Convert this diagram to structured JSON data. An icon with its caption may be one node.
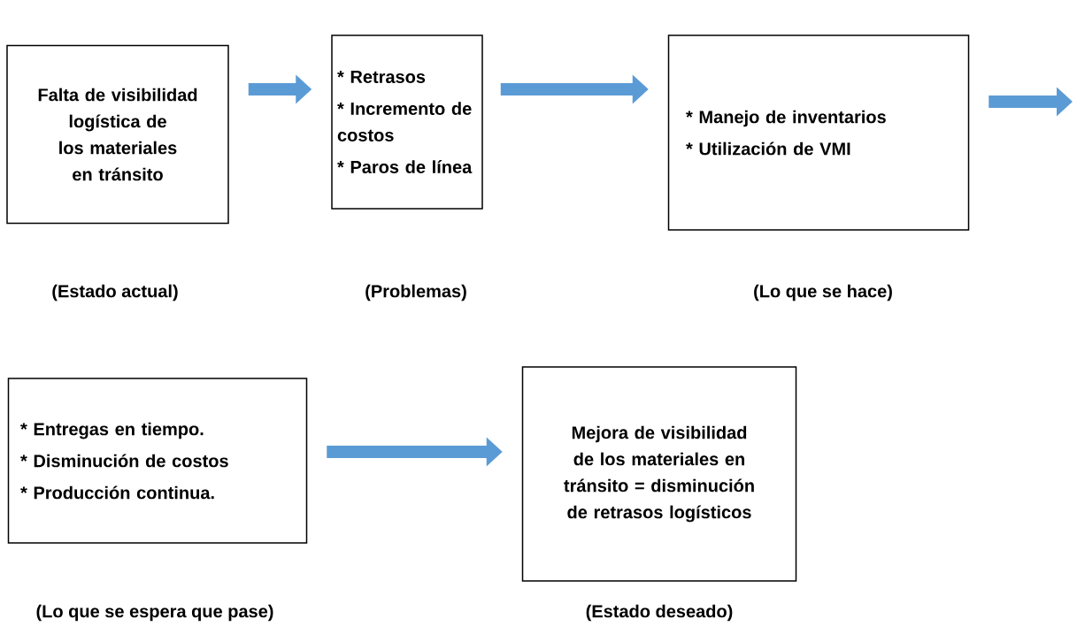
{
  "diagram": {
    "nodes": [
      {
        "text": [
          "Falta de visibilidad logística de los materiales en tránsito"
        ]
      },
      {
        "text": [
          "* Retrasos",
          "* Incremento de costos",
          "* Paros de línea"
        ]
      },
      {
        "text": [
          "* Manejo de inventarios",
          "* Utilización de VMI"
        ]
      },
      {
        "text": [
          "* Entregas en tiempo.",
          "* Disminución de costos",
          "* Producción continua."
        ]
      },
      {
        "text": [
          "Mejora de visibilidad de los materiales en tránsito = disminución de retrasos logísticos"
        ]
      }
    ],
    "labels": [
      "(Estado actual)",
      "(Problemas)",
      "(Lo que se hace)",
      "(Lo que se espera que pase)",
      "(Estado deseado)"
    ],
    "edges": [
      {
        "from": 0,
        "to": 1,
        "arrow": "to"
      },
      {
        "from": 1,
        "to": 2,
        "arrow": "to"
      },
      {
        "from": 2,
        "to": null,
        "arrow": "to"
      },
      {
        "from": 3,
        "to": 4,
        "arrow": "to"
      }
    ]
  }
}
